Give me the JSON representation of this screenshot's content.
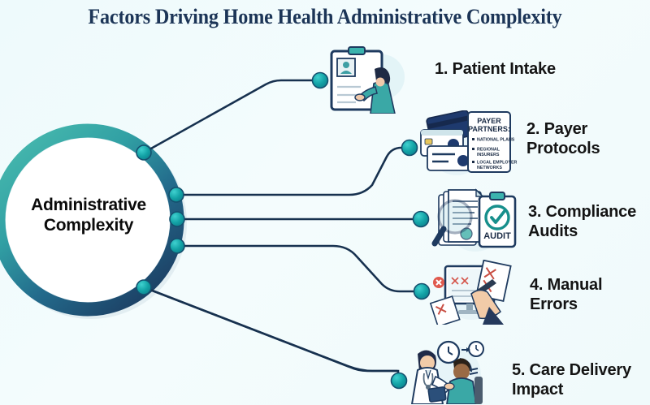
{
  "page": {
    "title": "Factors Driving Home Health Administrative Complexity",
    "background_color": "#f2fbfc",
    "title_color": "#1c3557"
  },
  "hub": {
    "label": "Administrative\nComplexity",
    "ring_gradient_start": "#3fb0a8",
    "ring_gradient_end": "#1d3f63",
    "fill_color": "#ffffff"
  },
  "connectors": {
    "line_color": "#17314f",
    "node_fill": "#15a5a8",
    "node_stroke": "#14506e"
  },
  "items": [
    {
      "number": "1.",
      "label": "1. Patient Intake",
      "icon": "clipboard-patient-icon",
      "icon_caption": ""
    },
    {
      "number": "2.",
      "label": "2. Payer\nProtocols",
      "icon": "insurance-cards-icon",
      "card": {
        "heading": "PAYER\nPARTNERS:",
        "bullets": [
          "NATIONAL PLANS",
          "REGIONAL INSURERS",
          "LOCAL EMPLOYER NETWORKS"
        ]
      }
    },
    {
      "number": "3.",
      "label": "3. Compliance\nAudits",
      "icon": "magnifier-audit-clipboard-icon",
      "icon_caption": "AUDIT"
    },
    {
      "number": "4.",
      "label": "4. Manual\nErrors",
      "icon": "monitor-error-papers-icon",
      "icon_caption": ""
    },
    {
      "number": "5.",
      "label": "5. Care Delivery\nImpact",
      "icon": "nurse-patient-clock-icon",
      "icon_caption": ""
    }
  ]
}
